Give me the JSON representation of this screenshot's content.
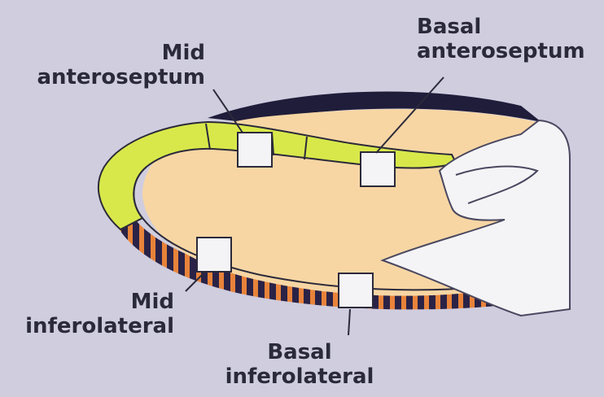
{
  "labels": {
    "mid_anteroseptum": {
      "line1": "Mid",
      "line2": "anteroseptum"
    },
    "basal_anteroseptum": {
      "line1": "Basal",
      "line2": "anteroseptum"
    },
    "mid_inferolateral": {
      "line1": "Mid",
      "line2": "inferolateral"
    },
    "basal_inferolateral": {
      "line1": "Basal",
      "line2": "inferolateral"
    }
  },
  "colors": {
    "background": "#cfcdde",
    "cavity": "#f7d6a4",
    "anteroseptal_wall": "#d8e84a",
    "anterior_wall": "#1f1d3a",
    "inferolateral_stripe_dark": "#2a2347",
    "inferolateral_stripe_light": "#e8833a",
    "valve": "#f4f4f6",
    "marker": "#f4f4f6"
  }
}
